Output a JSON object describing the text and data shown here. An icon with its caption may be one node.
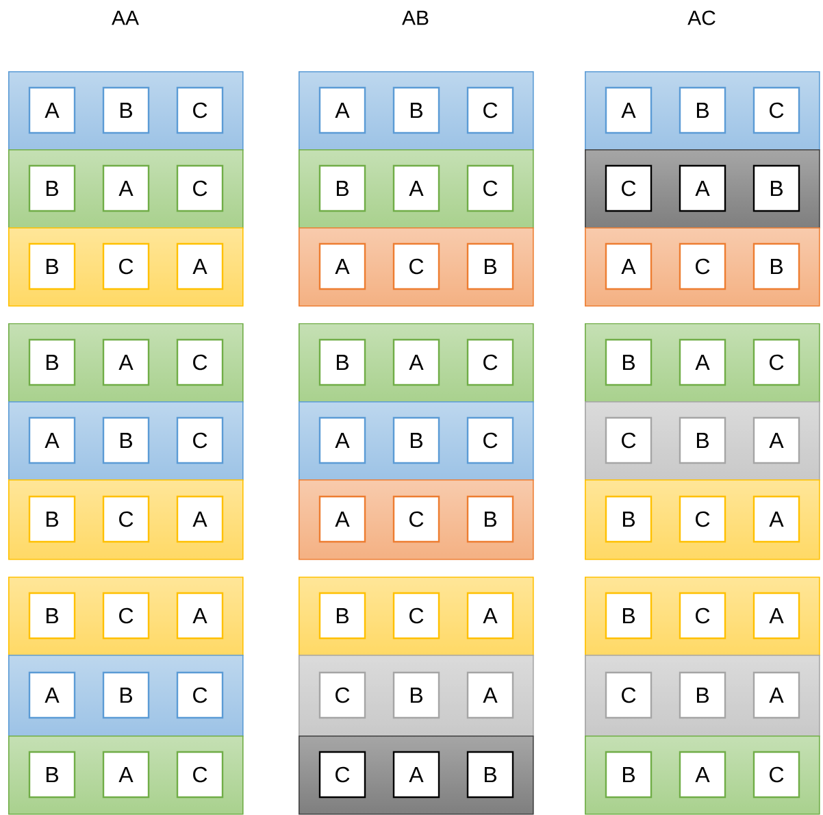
{
  "diagram": {
    "nodes": [
      {
        "text": [],
        "shape": "bar"
      },
      {
        "text": [
          "A"
        ],
        "in": 0
      },
      {
        "text": [
          "B"
        ],
        "in": 0
      },
      {
        "text": [
          "C"
        ],
        "in": 0
      },
      {
        "text": [],
        "shape": "bar"
      },
      {
        "text": [
          "A"
        ],
        "in": 4
      },
      {
        "text": [
          "B"
        ],
        "in": 4
      },
      {
        "text": [
          "C"
        ],
        "in": 4
      },
      {
        "text": [],
        "shape": "bar"
      },
      {
        "text": [
          "A"
        ],
        "in": 8
      },
      {
        "text": [
          "B"
        ],
        "in": 8
      },
      {
        "text": [
          "C"
        ],
        "in": 8
      },
      {
        "text": [],
        "shape": "bar"
      },
      {
        "text": [
          "B"
        ],
        "in": 12
      },
      {
        "text": [
          "A"
        ],
        "in": 12
      },
      {
        "text": [
          "C"
        ],
        "in": 12
      },
      {
        "text": [],
        "shape": "bar"
      },
      {
        "text": [
          "B"
        ],
        "in": 16
      },
      {
        "text": [
          "A"
        ],
        "in": 16
      },
      {
        "text": [
          "C"
        ],
        "in": 16
      },
      {
        "text": [],
        "shape": "bar"
      },
      {
        "text": [
          "C"
        ],
        "in": 20
      },
      {
        "text": [
          "A"
        ],
        "in": 20
      },
      {
        "text": [
          "B"
        ],
        "in": 20
      },
      {
        "text": [],
        "shape": "bar"
      },
      {
        "text": [
          "B"
        ],
        "in": 24
      },
      {
        "text": [
          "C"
        ],
        "in": 24
      },
      {
        "text": [
          "A"
        ],
        "in": 24
      },
      {
        "text": [],
        "shape": "bar"
      },
      {
        "text": [
          "A"
        ],
        "in": 28
      },
      {
        "text": [
          "C"
        ],
        "in": 28
      },
      {
        "text": [
          "B"
        ],
        "in": 28
      },
      {
        "text": [],
        "shape": "bar"
      },
      {
        "text": [
          "A"
        ],
        "in": 32
      },
      {
        "text": [
          "C"
        ],
        "in": 32
      },
      {
        "text": [
          "B"
        ],
        "in": 32
      },
      {
        "text": [],
        "shape": "bar"
      },
      {
        "text": [
          "B"
        ],
        "in": 36
      },
      {
        "text": [
          "A"
        ],
        "in": 36
      },
      {
        "text": [
          "C"
        ],
        "in": 36
      },
      {
        "text": [],
        "shape": "bar"
      },
      {
        "text": [
          "B"
        ],
        "in": 40
      },
      {
        "text": [
          "A"
        ],
        "in": 40
      },
      {
        "text": [
          "C"
        ],
        "in": 40
      },
      {
        "text": [],
        "shape": "bar"
      },
      {
        "text": [
          "B"
        ],
        "in": 44
      },
      {
        "text": [
          "A"
        ],
        "in": 44
      },
      {
        "text": [
          "C"
        ],
        "in": 44
      },
      {
        "text": [],
        "shape": "bar"
      },
      {
        "text": [
          "A"
        ],
        "in": 48
      },
      {
        "text": [
          "B"
        ],
        "in": 48
      },
      {
        "text": [
          "C"
        ],
        "in": 48
      },
      {
        "text": [],
        "shape": "bar"
      },
      {
        "text": [
          "A"
        ],
        "in": 52
      },
      {
        "text": [
          "B"
        ],
        "in": 52
      },
      {
        "text": [
          "C"
        ],
        "in": 52
      },
      {
        "text": [],
        "shape": "bar"
      },
      {
        "text": [
          "C"
        ],
        "in": 56
      },
      {
        "text": [
          "B"
        ],
        "in": 56
      },
      {
        "text": [
          "A"
        ],
        "in": 56
      },
      {
        "text": [],
        "shape": "bar"
      },
      {
        "text": [
          "B"
        ],
        "in": 60
      },
      {
        "text": [
          "C"
        ],
        "in": 60
      },
      {
        "text": [
          "A"
        ],
        "in": 60
      },
      {
        "text": [],
        "shape": "bar"
      },
      {
        "text": [
          "A"
        ],
        "in": 64
      },
      {
        "text": [
          "C"
        ],
        "in": 64
      },
      {
        "text": [
          "B"
        ],
        "in": 64
      },
      {
        "text": [],
        "shape": "bar"
      },
      {
        "text": [
          "B"
        ],
        "in": 68
      },
      {
        "text": [
          "C"
        ],
        "in": 68
      },
      {
        "text": [
          "A"
        ],
        "in": 68
      },
      {
        "text": [],
        "shape": "bar"
      },
      {
        "text": [
          "B"
        ],
        "in": 72
      },
      {
        "text": [
          "C"
        ],
        "in": 72
      },
      {
        "text": [
          "A"
        ],
        "in": 72
      },
      {
        "text": [],
        "shape": "bar"
      },
      {
        "text": [
          "B"
        ],
        "in": 76
      },
      {
        "text": [
          "C"
        ],
        "in": 76
      },
      {
        "text": [
          "A"
        ],
        "in": 76
      },
      {
        "text": [],
        "shape": "bar"
      },
      {
        "text": [
          "B"
        ],
        "in": 80
      },
      {
        "text": [
          "C"
        ],
        "in": 80
      },
      {
        "text": [
          "A"
        ],
        "in": 80
      },
      {
        "text": [],
        "shape": "bar"
      },
      {
        "text": [
          "A"
        ],
        "in": 84
      },
      {
        "text": [
          "B"
        ],
        "in": 84
      },
      {
        "text": [
          "C"
        ],
        "in": 84
      },
      {
        "text": [],
        "shape": "bar"
      },
      {
        "text": [
          "C"
        ],
        "in": 88
      },
      {
        "text": [
          "B"
        ],
        "in": 88
      },
      {
        "text": [
          "A"
        ],
        "in": 88
      },
      {
        "text": [],
        "shape": "bar"
      },
      {
        "text": [
          "C"
        ],
        "in": 92
      },
      {
        "text": [
          "B"
        ],
        "in": 92
      },
      {
        "text": [
          "A"
        ],
        "in": 92
      },
      {
        "text": [],
        "shape": "bar"
      },
      {
        "text": [
          "B"
        ],
        "in": 96
      },
      {
        "text": [
          "A"
        ],
        "in": 96
      },
      {
        "text": [
          "C"
        ],
        "in": 96
      },
      {
        "text": [],
        "shape": "bar"
      },
      {
        "text": [
          "C"
        ],
        "in": 100
      },
      {
        "text": [
          "A"
        ],
        "in": 100
      },
      {
        "text": [
          "B"
        ],
        "in": 100
      },
      {
        "text": [],
        "shape": "bar"
      },
      {
        "text": [
          "B"
        ],
        "in": 104
      },
      {
        "text": [
          "A"
        ],
        "in": 104
      },
      {
        "text": [
          "C"
        ],
        "in": 104
      }
    ],
    "labels": [
      "AA",
      "AB",
      "AC"
    ]
  }
}
